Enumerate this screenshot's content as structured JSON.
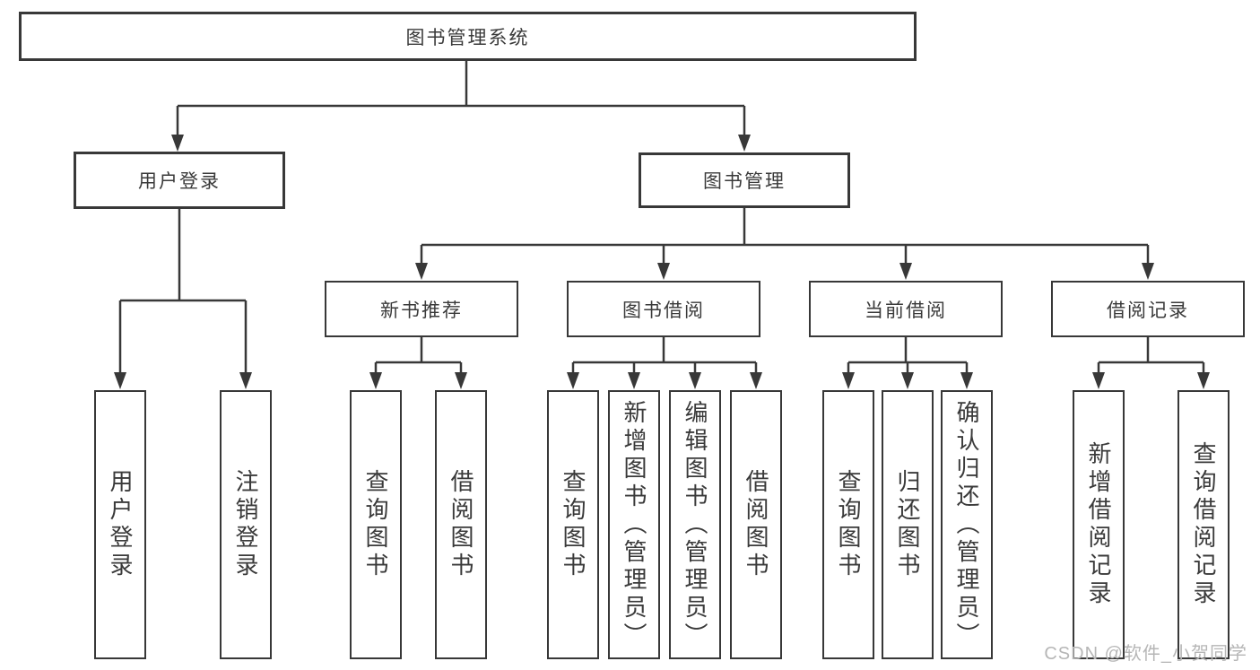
{
  "tree": {
    "label": "图书管理系统",
    "children": [
      {
        "label": "用户登录",
        "children": [
          {
            "label": "用户登录"
          },
          {
            "label": "注销登录"
          }
        ]
      },
      {
        "label": "图书管理",
        "children": [
          {
            "label": "新书推荐",
            "children": [
              {
                "label": "查询图书"
              },
              {
                "label": "借阅图书"
              }
            ]
          },
          {
            "label": "图书借阅",
            "children": [
              {
                "label": "查询图书"
              },
              {
                "label": "新增图书（管理员）"
              },
              {
                "label": "编辑图书（管理员）"
              },
              {
                "label": "借阅图书"
              }
            ]
          },
          {
            "label": "当前借阅",
            "children": [
              {
                "label": "查询图书"
              },
              {
                "label": "归还图书"
              },
              {
                "label": "确认归还（管理员）"
              }
            ]
          },
          {
            "label": "借阅记录",
            "children": [
              {
                "label": "新增借阅记录"
              },
              {
                "label": "查询借阅记录"
              }
            ]
          }
        ]
      }
    ]
  },
  "watermark": "CSDN @软件_小贺同学",
  "colors": {
    "line": "#383838",
    "box_border": "#383838",
    "text": "#3a3a3a",
    "watermark": "#b6b6b6",
    "background": "#ffffff"
  }
}
